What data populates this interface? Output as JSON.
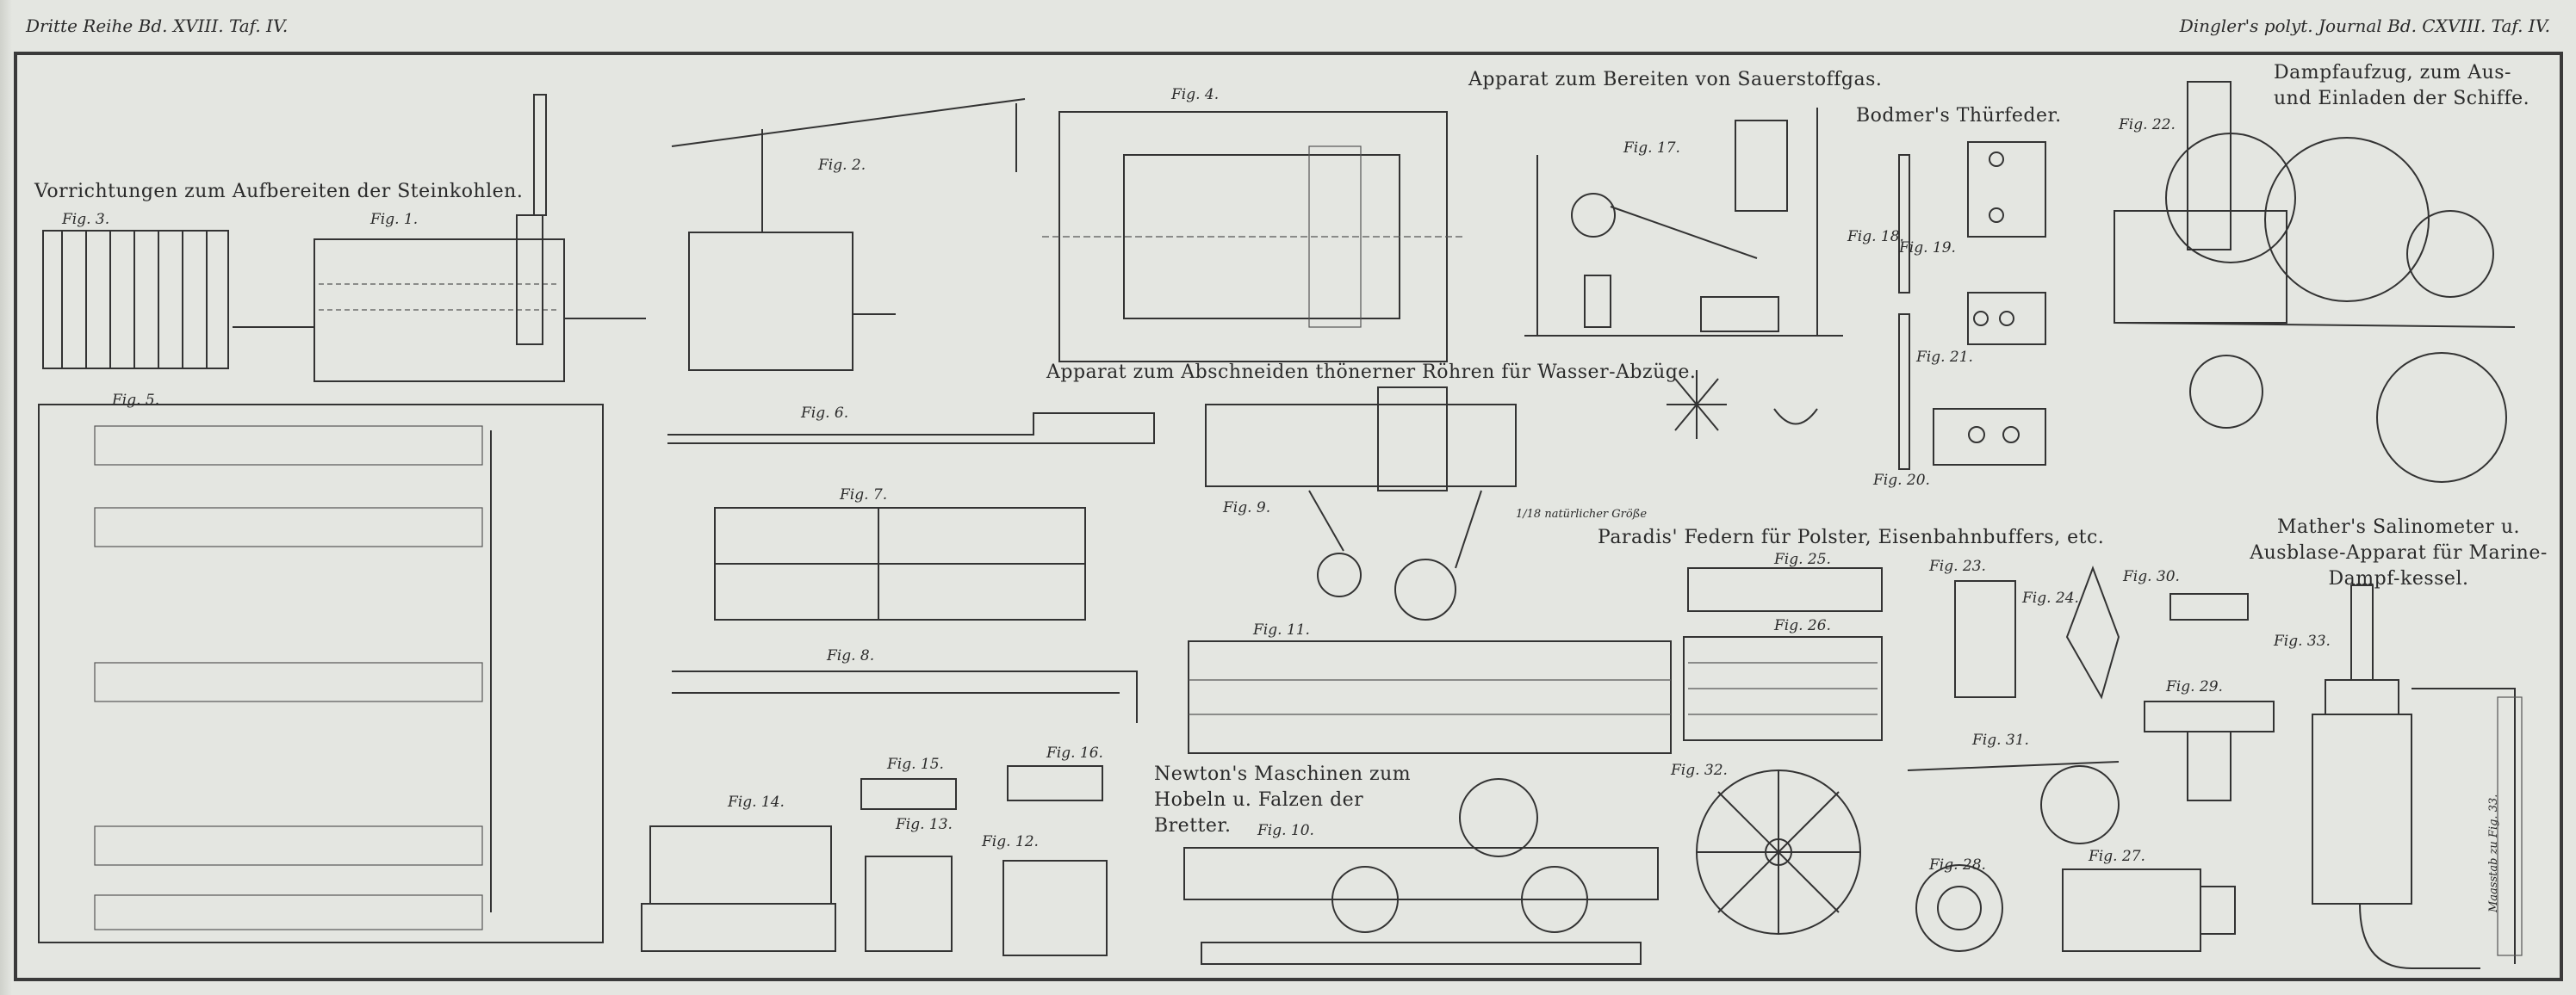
{
  "header": {
    "left": "Dritte Reihe Bd. XVIII. Taf. IV.",
    "right": "Dingler's polyt. Journal Bd. CXVIII. Taf. IV."
  },
  "titles": {
    "steinkohlen": "Vorrichtungen zum Aufbereiten der Steinkohlen.",
    "sauerstoff": "Apparat zum Bereiten von Sauerstoffgas.",
    "bodmer": "Bodmer's Thürfeder.",
    "dampfaufzug": "Dampfaufzug, zum Aus- und Einladen der Schiffe.",
    "roehren": "Apparat zum Abschneiden thönerner Röhren für Wasser-Abzüge.",
    "paradis": "Paradis' Federn für Polster, Eisenbahnbuffers, etc.",
    "mather": "Mather's Salinometer u. Ausblase-Apparat für Marine-Dampf-kessel.",
    "newton": "Newton's Maschinen zum Hobeln u. Falzen der Bretter."
  },
  "figures": {
    "f1": "Fig. 1.",
    "f2": "Fig. 2.",
    "f3": "Fig. 3.",
    "f4": "Fig. 4.",
    "f5": "Fig. 5.",
    "f6": "Fig. 6.",
    "f7": "Fig. 7.",
    "f8": "Fig. 8.",
    "f9": "Fig. 9.",
    "f10": "Fig. 10.",
    "f11": "Fig. 11.",
    "f12": "Fig. 12.",
    "f13": "Fig. 13.",
    "f14": "Fig. 14.",
    "f15": "Fig. 15.",
    "f16": "Fig. 16.",
    "f17": "Fig. 17.",
    "f18": "Fig. 18.",
    "f19": "Fig. 19.",
    "f20": "Fig. 20.",
    "f21": "Fig. 21.",
    "f22": "Fig. 22.",
    "f23": "Fig. 23.",
    "f24": "Fig. 24.",
    "f25": "Fig. 25.",
    "f26": "Fig. 26.",
    "f27": "Fig. 27.",
    "f28": "Fig. 28.",
    "f29": "Fig. 29.",
    "f30": "Fig. 30.",
    "f31": "Fig. 31.",
    "f32": "Fig. 32.",
    "f33": "Fig. 33."
  },
  "annotations": {
    "scale": "1/18 natürlicher Größe",
    "massstab": "Maasstab zu Fig. 33."
  }
}
